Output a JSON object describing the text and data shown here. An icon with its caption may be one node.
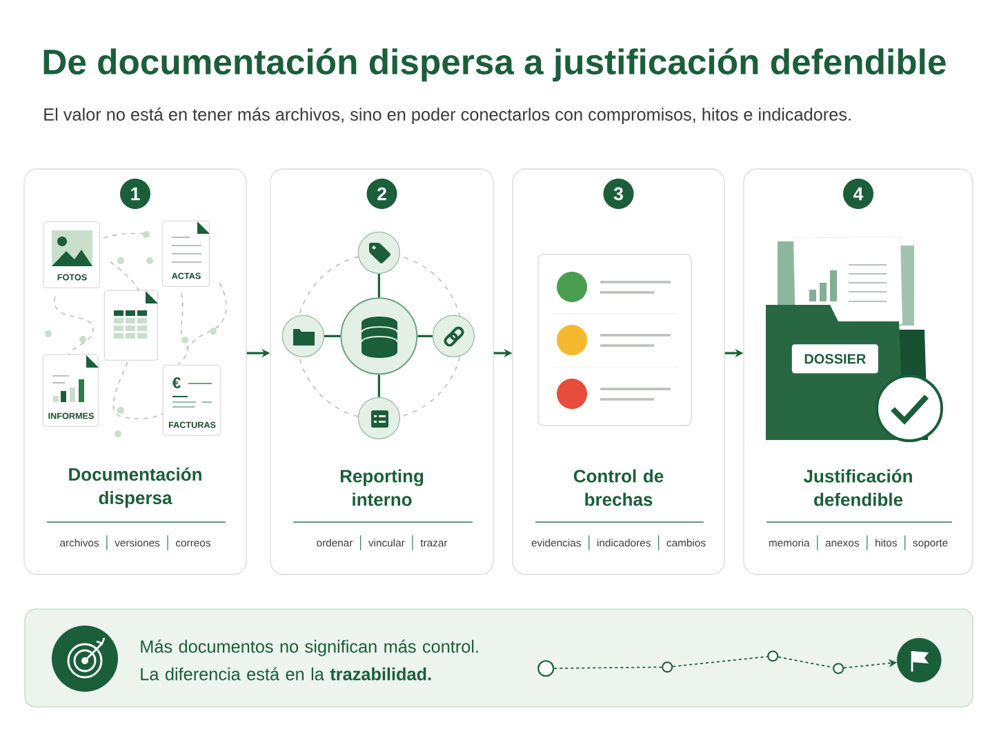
{
  "diagram": {
    "title": "De documentación dispersa a justificación defendible",
    "nodes": [
      {
        "text": [
          "1",
          "Documentación dispersa",
          "archivos",
          "versiones",
          "correos"
        ]
      },
      {
        "text": [
          "FOTOS"
        ],
        "in": 0
      },
      {
        "text": [
          "ACTAS"
        ],
        "in": 0
      },
      {
        "text": [],
        "shape": "box",
        "in": 0
      },
      {
        "text": [
          "INFORMES"
        ],
        "in": 0
      },
      {
        "text": [
          "FACTURAS"
        ],
        "in": 0
      },
      {
        "text": [
          "2",
          "Reporting interno",
          "ordenar",
          "vincular",
          "trazar"
        ]
      },
      {
        "text": [],
        "shape": "circle",
        "in": 6
      },
      {
        "text": [],
        "shape": "circle",
        "in": 6
      },
      {
        "text": [],
        "shape": "circle",
        "in": 6
      },
      {
        "text": [],
        "shape": "circle",
        "in": 6
      },
      {
        "text": [],
        "shape": "circle",
        "in": 6
      },
      {
        "text": [
          "3",
          "Control de brechas",
          "evidencias",
          "indicadores",
          "cambios"
        ]
      },
      {
        "text": [
          "4",
          "Justificación defendible",
          "memoria",
          "anexos",
          "hitos",
          "soporte"
        ]
      },
      {
        "text": [
          "DOSSIER"
        ],
        "in": 13
      },
      {
        "text": [
          "Más documentos no significan más control. La diferencia está en la **trazabilidad.**"
        ]
      },
      {
        "text": [],
        "shape": "circle",
        "in": 15
      },
      {
        "text": [],
        "shape": "circle",
        "in": 15
      },
      {
        "text": [],
        "shape": "circle",
        "in": 15
      },
      {
        "text": [],
        "shape": "circle",
        "in": 15
      },
      {
        "text": [],
        "shape": "circle",
        "in": 15
      }
    ],
    "edges": [
      {
        "from": 0,
        "to": 6,
        "arrow": "to"
      },
      {
        "from": 6,
        "to": 12,
        "arrow": "to"
      },
      {
        "from": 12,
        "to": 13,
        "arrow": "to"
      },
      {
        "from": 7,
        "to": 8,
        "arrow": "none"
      },
      {
        "from": 7,
        "to": 9,
        "arrow": "none"
      },
      {
        "from": 7,
        "to": 10,
        "arrow": "none"
      },
      {
        "from": 7,
        "to": 11,
        "arrow": "none"
      },
      {
        "from": 16,
        "to": 17,
        "arrow": "none",
        "style": "dashed"
      },
      {
        "from": 17,
        "to": 18,
        "arrow": "none",
        "style": "dashed"
      },
      {
        "from": 18,
        "to": 19,
        "arrow": "none",
        "style": "dashed"
      },
      {
        "from": 19,
        "to": 20,
        "arrow": "to",
        "style": "dashed"
      }
    ],
    "labels": [
      "El valor no está en tener más archivos, sino en poder conectarlos con compromisos, hitos e indicadores.",
      "€"
    ]
  }
}
